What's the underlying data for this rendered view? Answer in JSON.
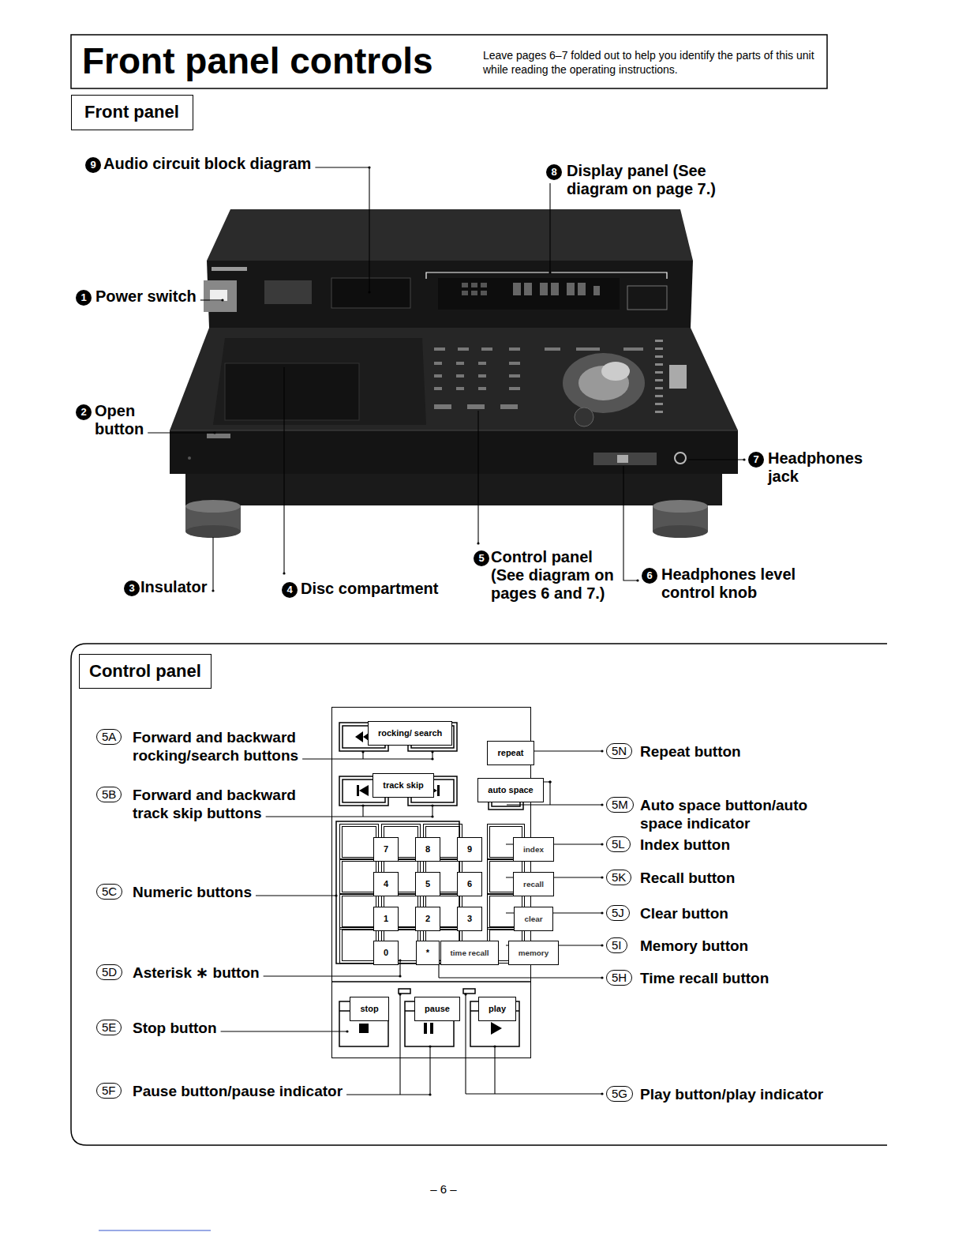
{
  "diagram": {
    "title": "Front panel controls",
    "nodes": [
      {
        "text": [
          "Front panel"
        ]
      },
      {
        "text": [
          "Control panel"
        ]
      },
      {
        "text": [
          "rocking/ search",
          "track skip",
          "repeat",
          "auto space",
          "stop",
          "pause",
          "play"
        ],
        "in": 1
      },
      {
        "text": [
          "7"
        ],
        "in": 2
      },
      {
        "text": [
          "8"
        ],
        "in": 2
      },
      {
        "text": [
          "9"
        ],
        "in": 2
      },
      {
        "text": [
          "index"
        ],
        "in": 2
      },
      {
        "text": [
          "4"
        ],
        "in": 2
      },
      {
        "text": [
          "5"
        ],
        "in": 2
      },
      {
        "text": [
          "6"
        ],
        "in": 2
      },
      {
        "text": [
          "recall"
        ],
        "in": 2
      },
      {
        "text": [
          "1"
        ],
        "in": 2
      },
      {
        "text": [
          "2"
        ],
        "in": 2
      },
      {
        "text": [
          "3"
        ],
        "in": 2
      },
      {
        "text": [
          "clear"
        ],
        "in": 2
      },
      {
        "text": [
          "0"
        ],
        "in": 2
      },
      {
        "text": [
          "*"
        ],
        "in": 2
      },
      {
        "text": [
          "time recall"
        ],
        "in": 2
      },
      {
        "text": [
          "memory"
        ],
        "in": 2
      }
    ],
    "labels": [
      "Leave pages 6–7 folded out to help you identify the parts of this unit while reading the operating instructions.",
      "9",
      "Audio circuit block diagram",
      "8",
      "Display panel (See diagram on page 7.)",
      "1",
      "Power switch",
      "2",
      "Open button",
      "7",
      "Headphones jack",
      "3",
      "Insulator",
      "4",
      "Disc compartment",
      "5",
      "Control panel (See diagram on pages 6 and 7.)",
      "6",
      "Headphones level control knob",
      "5A",
      "Forward and backward rocking/search buttons",
      "5B",
      "Forward and backward track skip buttons",
      "5C",
      "Numeric buttons",
      "5D",
      "Asterisk ∗ button",
      "5E",
      "Stop button",
      "5F",
      "Pause button/pause indicator",
      "5N",
      "Repeat button",
      "5M",
      "Auto space button/auto space indicator",
      "5L",
      "Index button",
      "5K",
      "Recall button",
      "5J",
      "Clear button",
      "5I",
      "Memory button",
      "5H",
      "Time recall button",
      "5G",
      "Play button/play indicator",
      "– 6 –"
    ]
  }
}
